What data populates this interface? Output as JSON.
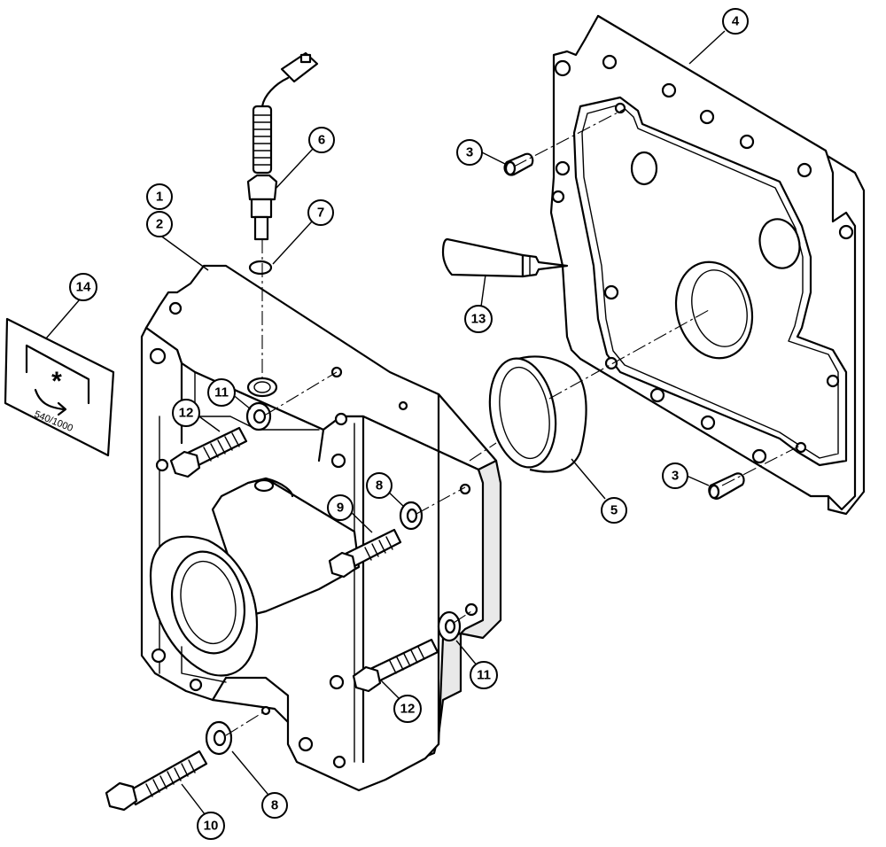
{
  "callouts": [
    {
      "id": "c1",
      "label": "1"
    },
    {
      "id": "c2",
      "label": "2"
    },
    {
      "id": "c3a",
      "label": "3"
    },
    {
      "id": "c3b",
      "label": "3"
    },
    {
      "id": "c4",
      "label": "4"
    },
    {
      "id": "c5",
      "label": "5"
    },
    {
      "id": "c6",
      "label": "6"
    },
    {
      "id": "c7",
      "label": "7"
    },
    {
      "id": "c8a",
      "label": "8"
    },
    {
      "id": "c8b",
      "label": "8"
    },
    {
      "id": "c9",
      "label": "9"
    },
    {
      "id": "c10",
      "label": "10"
    },
    {
      "id": "c11a",
      "label": "11"
    },
    {
      "id": "c11b",
      "label": "11"
    },
    {
      "id": "c12a",
      "label": "12"
    },
    {
      "id": "c12b",
      "label": "12"
    },
    {
      "id": "c13",
      "label": "13"
    },
    {
      "id": "c14",
      "label": "14"
    }
  ],
  "decal": {
    "symbol": "*",
    "text": "540/1000"
  }
}
